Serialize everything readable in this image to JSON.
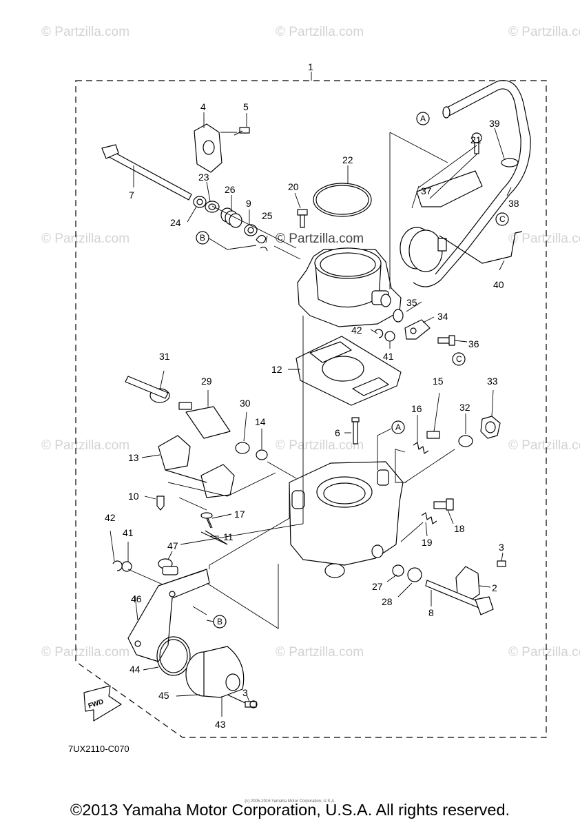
{
  "watermark_text": "© Partzilla.com",
  "diagram_code": "7UX2110-C070",
  "fwd_label": "FWD",
  "copyright": "©2013 Yamaha Motor Corporation, U.S.A. All rights reserved.",
  "small_note": "(c) 2005-2016 Yamaha Motor Corporation, U.S.A.",
  "ref_letters": {
    "a": "A",
    "b": "B",
    "c": "C"
  },
  "callouts": {
    "c1": "1",
    "c2": "2",
    "c3": "3",
    "c4": "4",
    "c5": "5",
    "c6": "6",
    "c7": "7",
    "c8": "8",
    "c9": "9",
    "c10": "10",
    "c11": "11",
    "c12": "12",
    "c13": "13",
    "c14": "14",
    "c15": "15",
    "c16": "16",
    "c17": "17",
    "c18": "18",
    "c19": "19",
    "c20": "20",
    "c21": "21",
    "c22": "22",
    "c23": "23",
    "c24": "24",
    "c25": "25",
    "c26": "26",
    "c27": "27",
    "c28": "28",
    "c29": "29",
    "c30": "30",
    "c31": "31",
    "c32": "32",
    "c33": "33",
    "c34": "34",
    "c35": "35",
    "c36": "36",
    "c37": "37",
    "c38": "38",
    "c39": "39",
    "c40": "40",
    "c41": "41",
    "c42": "42",
    "c43": "43",
    "c44": "44",
    "c45": "45",
    "c46": "46",
    "c47": "47"
  }
}
